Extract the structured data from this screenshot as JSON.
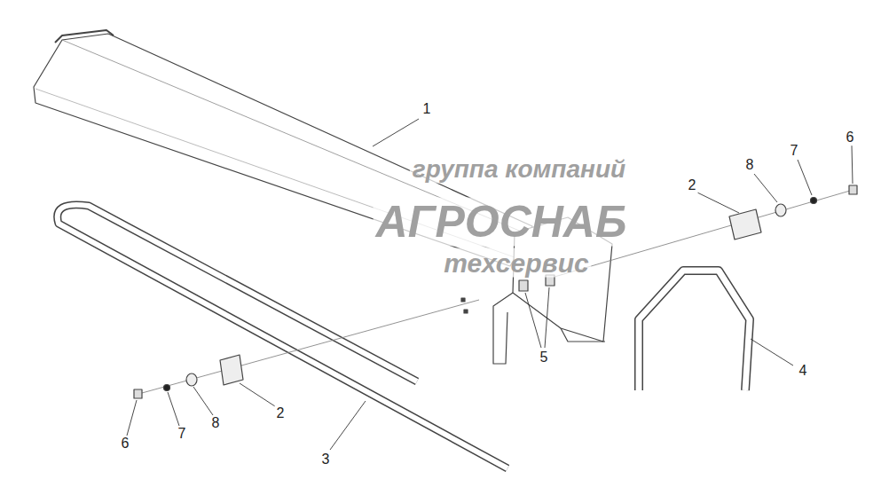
{
  "diagram": {
    "labels": [
      "1",
      "2",
      "8",
      "7",
      "6",
      "5",
      "4",
      "3",
      "2",
      "8",
      "7",
      "6",
      "группа компаний",
      "АГРОСНАБ",
      "техсервис"
    ]
  }
}
